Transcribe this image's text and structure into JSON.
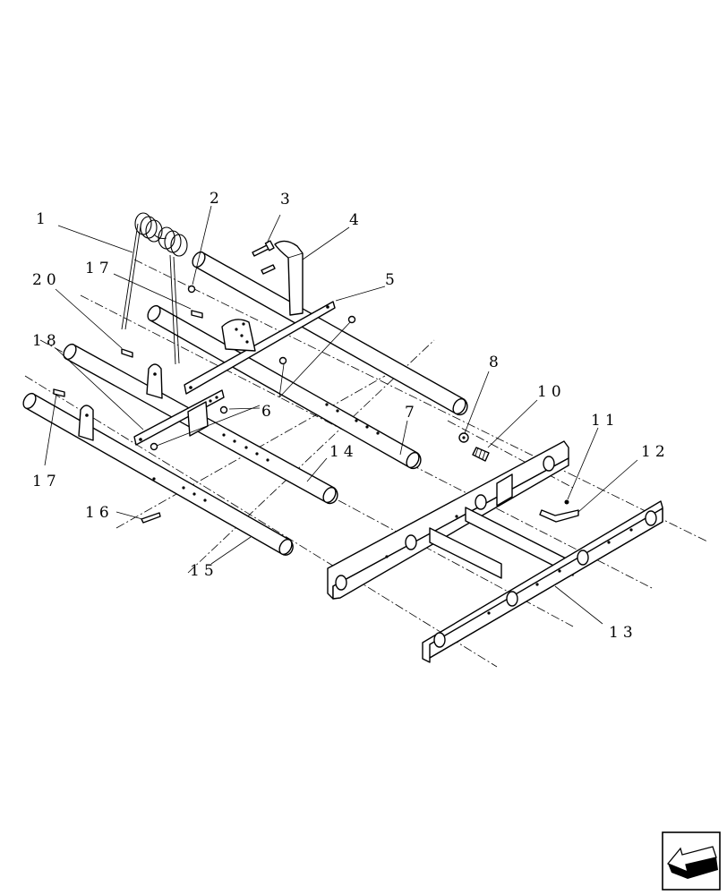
{
  "callouts": [
    {
      "id": "1",
      "text": "1"
    },
    {
      "id": "2",
      "text": "2"
    },
    {
      "id": "3",
      "text": "3"
    },
    {
      "id": "4",
      "text": "4"
    },
    {
      "id": "5",
      "text": "5"
    },
    {
      "id": "6",
      "text": "6"
    },
    {
      "id": "7",
      "text": "7"
    },
    {
      "id": "8",
      "text": "8"
    },
    {
      "id": "10",
      "text": "10"
    },
    {
      "id": "11",
      "text": "11"
    },
    {
      "id": "12",
      "text": "12"
    },
    {
      "id": "13",
      "text": "13"
    },
    {
      "id": "14",
      "text": "14"
    },
    {
      "id": "15",
      "text": "15"
    },
    {
      "id": "16",
      "text": "16"
    },
    {
      "id": "17a",
      "text": "17"
    },
    {
      "id": "17b",
      "text": "17"
    },
    {
      "id": "18",
      "text": "18"
    },
    {
      "id": "20",
      "text": "20"
    }
  ],
  "icons": {
    "nav_arrow": "arrow-icon"
  }
}
